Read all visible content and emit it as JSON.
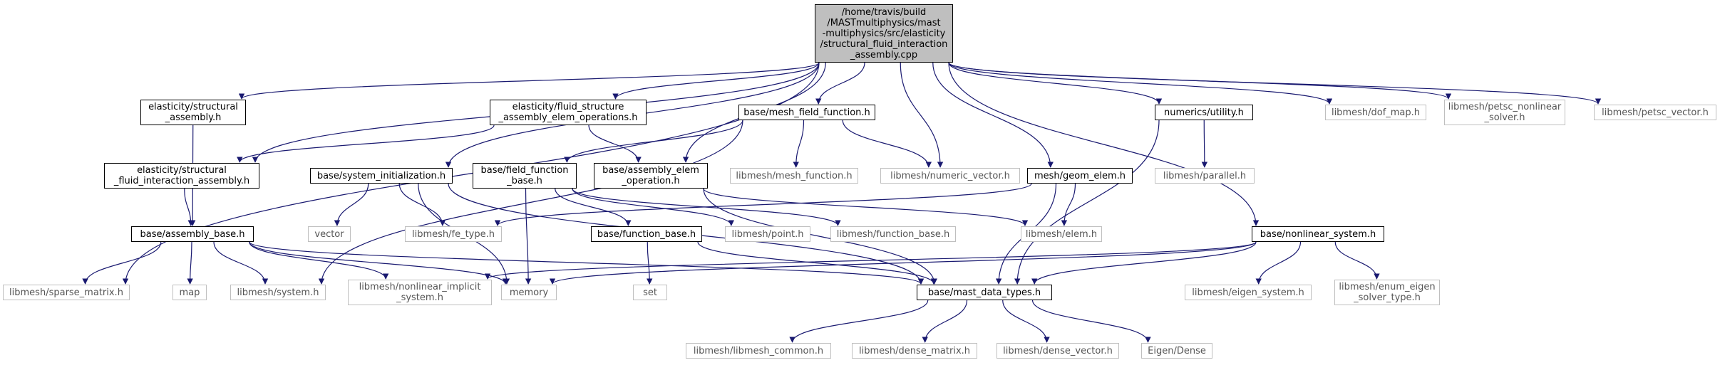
{
  "diagram": {
    "title": "",
    "edge_color": "#191970",
    "nodes": [
      {
        "id": "root",
        "lines": [
          "/home/travis/build",
          "/MASTmultiphysics/mast",
          "-multiphysics/src/elasticity",
          "/structural_fluid_interaction",
          "_assembly.cpp"
        ],
        "kind": "root"
      },
      {
        "id": "elasticity_structural_assembly_h",
        "lines": [
          "elasticity/structural",
          "_assembly.h"
        ],
        "kind": "linked"
      },
      {
        "id": "fluid_structure_assembly_elem_operations_h",
        "lines": [
          "elasticity/fluid_structure",
          "_assembly_elem_operations.h"
        ],
        "kind": "linked"
      },
      {
        "id": "mesh_field_function_h",
        "lines": [
          "base/mesh_field_function.h"
        ],
        "kind": "linked"
      },
      {
        "id": "numerics_utility_h",
        "lines": [
          "numerics/utility.h"
        ],
        "kind": "linked"
      },
      {
        "id": "libmesh_dof_map_h",
        "lines": [
          "libmesh/dof_map.h"
        ],
        "kind": "external"
      },
      {
        "id": "libmesh_petsc_nonlinear_solver_h",
        "lines": [
          "libmesh/petsc_nonlinear",
          "_solver.h"
        ],
        "kind": "external"
      },
      {
        "id": "libmesh_petsc_vector_h",
        "lines": [
          "libmesh/petsc_vector.h"
        ],
        "kind": "external"
      },
      {
        "id": "structural_fluid_interaction_assembly_h",
        "lines": [
          "elasticity/structural",
          "_fluid_interaction_assembly.h"
        ],
        "kind": "linked"
      },
      {
        "id": "system_initialization_h",
        "lines": [
          "base/system_initialization.h"
        ],
        "kind": "linked"
      },
      {
        "id": "field_function_base_h",
        "lines": [
          "base/field_function",
          "_base.h"
        ],
        "kind": "linked"
      },
      {
        "id": "assembly_elem_operation_h",
        "lines": [
          "base/assembly_elem",
          "_operation.h"
        ],
        "kind": "linked"
      },
      {
        "id": "libmesh_mesh_function_h",
        "lines": [
          "libmesh/mesh_function.h"
        ],
        "kind": "external"
      },
      {
        "id": "libmesh_numeric_vector_h",
        "lines": [
          "libmesh/numeric_vector.h"
        ],
        "kind": "external"
      },
      {
        "id": "mesh_geom_elem_h",
        "lines": [
          "mesh/geom_elem.h"
        ],
        "kind": "linked"
      },
      {
        "id": "libmesh_parallel_h",
        "lines": [
          "libmesh/parallel.h"
        ],
        "kind": "external"
      },
      {
        "id": "assembly_base_h",
        "lines": [
          "base/assembly_base.h"
        ],
        "kind": "linked"
      },
      {
        "id": "vector",
        "lines": [
          "vector"
        ],
        "kind": "external"
      },
      {
        "id": "libmesh_fe_type_h",
        "lines": [
          "libmesh/fe_type.h"
        ],
        "kind": "external"
      },
      {
        "id": "function_base_h",
        "lines": [
          "base/function_base.h"
        ],
        "kind": "linked"
      },
      {
        "id": "libmesh_point_h",
        "lines": [
          "libmesh/point.h"
        ],
        "kind": "external"
      },
      {
        "id": "libmesh_function_base_h",
        "lines": [
          "libmesh/function_base.h"
        ],
        "kind": "external"
      },
      {
        "id": "libmesh_elem_h",
        "lines": [
          "libmesh/elem.h"
        ],
        "kind": "external"
      },
      {
        "id": "nonlinear_system_h",
        "lines": [
          "base/nonlinear_system.h"
        ],
        "kind": "linked"
      },
      {
        "id": "libmesh_sparse_matrix_h",
        "lines": [
          "libmesh/sparse_matrix.h"
        ],
        "kind": "external"
      },
      {
        "id": "map",
        "lines": [
          "map"
        ],
        "kind": "external"
      },
      {
        "id": "libmesh_system_h",
        "lines": [
          "libmesh/system.h"
        ],
        "kind": "external"
      },
      {
        "id": "libmesh_nonlinear_implicit_system_h",
        "lines": [
          "libmesh/nonlinear_implicit",
          "_system.h"
        ],
        "kind": "external"
      },
      {
        "id": "memory",
        "lines": [
          "memory"
        ],
        "kind": "external"
      },
      {
        "id": "set",
        "lines": [
          "set"
        ],
        "kind": "external"
      },
      {
        "id": "mast_data_types_h",
        "lines": [
          "base/mast_data_types.h"
        ],
        "kind": "linked"
      },
      {
        "id": "libmesh_eigen_system_h",
        "lines": [
          "libmesh/eigen_system.h"
        ],
        "kind": "external"
      },
      {
        "id": "libmesh_enum_eigen_solver_type_h",
        "lines": [
          "libmesh/enum_eigen",
          "_solver_type.h"
        ],
        "kind": "external"
      },
      {
        "id": "libmesh_libmesh_common_h",
        "lines": [
          "libmesh/libmesh_common.h"
        ],
        "kind": "external"
      },
      {
        "id": "libmesh_dense_matrix_h",
        "lines": [
          "libmesh/dense_matrix.h"
        ],
        "kind": "external"
      },
      {
        "id": "libmesh_dense_vector_h",
        "lines": [
          "libmesh/dense_vector.h"
        ],
        "kind": "external"
      },
      {
        "id": "eigen_dense",
        "lines": [
          "Eigen/Dense"
        ],
        "kind": "external"
      }
    ],
    "edges": [
      [
        "root",
        "libmesh_sparse_matrix_h"
      ],
      [
        "root",
        "elasticity_structural_assembly_h"
      ],
      [
        "root",
        "structural_fluid_interaction_assembly_h"
      ],
      [
        "root",
        "fluid_structure_assembly_elem_operations_h"
      ],
      [
        "root",
        "system_initialization_h"
      ],
      [
        "root",
        "assembly_elem_operation_h"
      ],
      [
        "root",
        "mesh_field_function_h"
      ],
      [
        "root",
        "libmesh_numeric_vector_h"
      ],
      [
        "root",
        "mesh_geom_elem_h"
      ],
      [
        "root",
        "numerics_utility_h"
      ],
      [
        "root",
        "nonlinear_system_h"
      ],
      [
        "root",
        "libmesh_dof_map_h"
      ],
      [
        "root",
        "libmesh_petsc_nonlinear_solver_h"
      ],
      [
        "root",
        "libmesh_petsc_vector_h"
      ],
      [
        "elasticity_structural_assembly_h",
        "assembly_base_h"
      ],
      [
        "fluid_structure_assembly_elem_operations_h",
        "structural_fluid_interaction_assembly_h"
      ],
      [
        "fluid_structure_assembly_elem_operations_h",
        "assembly_elem_operation_h"
      ],
      [
        "structural_fluid_interaction_assembly_h",
        "assembly_base_h"
      ],
      [
        "mesh_field_function_h",
        "libmesh_system_h"
      ],
      [
        "mesh_field_function_h",
        "field_function_base_h"
      ],
      [
        "mesh_field_function_h",
        "libmesh_mesh_function_h"
      ],
      [
        "mesh_field_function_h",
        "libmesh_numeric_vector_h"
      ],
      [
        "numerics_utility_h",
        "libmesh_parallel_h"
      ],
      [
        "numerics_utility_h",
        "mast_data_types_h"
      ],
      [
        "system_initialization_h",
        "vector"
      ],
      [
        "system_initialization_h",
        "libmesh_fe_type_h"
      ],
      [
        "system_initialization_h",
        "memory"
      ],
      [
        "system_initialization_h",
        "mast_data_types_h"
      ],
      [
        "field_function_base_h",
        "memory"
      ],
      [
        "field_function_base_h",
        "function_base_h"
      ],
      [
        "field_function_base_h",
        "libmesh_point_h"
      ],
      [
        "field_function_base_h",
        "libmesh_function_base_h"
      ],
      [
        "assembly_elem_operation_h",
        "libmesh_elem_h"
      ],
      [
        "assembly_elem_operation_h",
        "mast_data_types_h"
      ],
      [
        "mesh_geom_elem_h",
        "libmesh_fe_type_h"
      ],
      [
        "mesh_geom_elem_h",
        "libmesh_elem_h"
      ],
      [
        "mesh_geom_elem_h",
        "mast_data_types_h"
      ],
      [
        "assembly_base_h",
        "libmesh_sparse_matrix_h"
      ],
      [
        "assembly_base_h",
        "map"
      ],
      [
        "assembly_base_h",
        "libmesh_system_h"
      ],
      [
        "assembly_base_h",
        "libmesh_nonlinear_implicit_system_h"
      ],
      [
        "assembly_base_h",
        "memory"
      ],
      [
        "assembly_base_h",
        "mast_data_types_h"
      ],
      [
        "function_base_h",
        "set"
      ],
      [
        "function_base_h",
        "mast_data_types_h"
      ],
      [
        "nonlinear_system_h",
        "libmesh_nonlinear_implicit_system_h"
      ],
      [
        "nonlinear_system_h",
        "memory"
      ],
      [
        "nonlinear_system_h",
        "mast_data_types_h"
      ],
      [
        "nonlinear_system_h",
        "libmesh_eigen_system_h"
      ],
      [
        "nonlinear_system_h",
        "libmesh_enum_eigen_solver_type_h"
      ],
      [
        "mast_data_types_h",
        "libmesh_libmesh_common_h"
      ],
      [
        "mast_data_types_h",
        "libmesh_dense_matrix_h"
      ],
      [
        "mast_data_types_h",
        "libmesh_dense_vector_h"
      ],
      [
        "mast_data_types_h",
        "eigen_dense"
      ]
    ]
  }
}
